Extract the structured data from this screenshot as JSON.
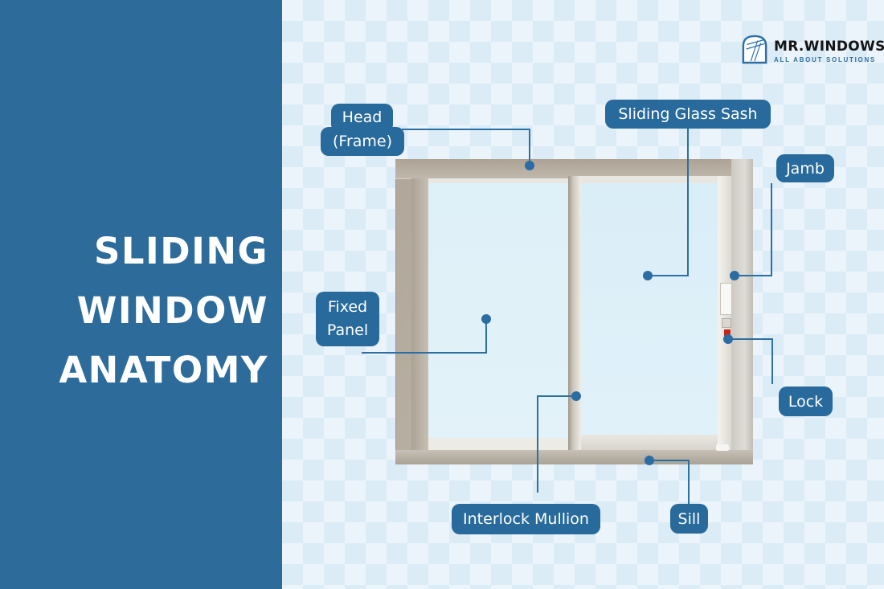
{
  "title": {
    "lines": [
      "SLIDING",
      "WINDOW",
      "ANATOMY"
    ]
  },
  "logo": {
    "name": "MR.WINDOWS",
    "tagline": "ALL ABOUT SOLUTIONS",
    "icon": "arched-window-icon"
  },
  "labels": {
    "head": {
      "line1": "Head",
      "line2": "(Frame)"
    },
    "sliding_glass_sash": {
      "text": "Sliding Glass Sash"
    },
    "jamb": {
      "text": "Jamb"
    },
    "fixed_panel": {
      "line1": "Fixed",
      "line2": "Panel"
    },
    "lock": {
      "text": "Lock"
    },
    "interlock_mullion": {
      "text": "Interlock Mullion"
    },
    "sill": {
      "text": "Sill"
    }
  },
  "colors": {
    "sidebar": "#2d6b9b",
    "label_pill": "#276a9b",
    "callout_line": "#2c6fa3",
    "background": "#ebf4fb",
    "pattern_diamond": "#dcecf7",
    "glass": "#def0f8",
    "frame_beige": "#b9b1a5",
    "lock_indicator": "#c4271c",
    "title_text": "#ffffff"
  }
}
